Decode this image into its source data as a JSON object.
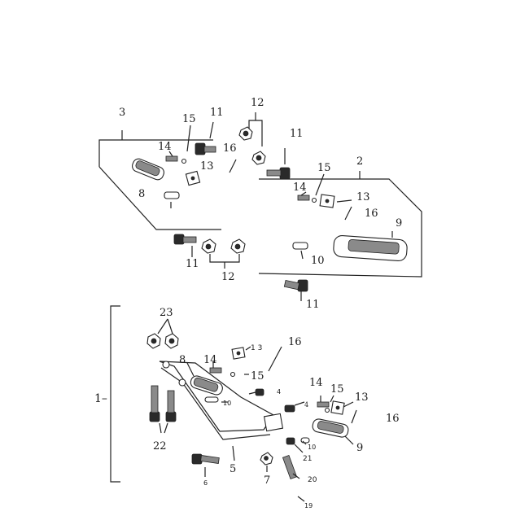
{
  "labels": {
    "l1": "1",
    "l2": "2",
    "l3": "3",
    "l4a": "4",
    "l4b": "4",
    "l5": "5",
    "l6": "6",
    "l7": "7",
    "l8a": "8",
    "l8b": "8",
    "l9a": "9",
    "l9b": "9",
    "l10a": "10",
    "l10b": "10",
    "l10c": "10",
    "l11a": "11",
    "l11b": "11",
    "l11c": "11",
    "l11d": "11",
    "l12a": "12",
    "l12b": "12",
    "l13a": "13",
    "l13b": "13",
    "l13c": "1 3",
    "l13d": "13",
    "l14a": "14",
    "l14b": "14",
    "l14c": "14",
    "l14d": "14",
    "l15a": "15",
    "l15b": "15",
    "l15c": "15",
    "l15d": "15",
    "l16a": "16",
    "l16b": "16",
    "l16c": "16",
    "l16d": "16",
    "l19": "19",
    "l20": "20",
    "l21": "21",
    "l22": "22",
    "l23": "23",
    "dash1": "1–"
  }
}
